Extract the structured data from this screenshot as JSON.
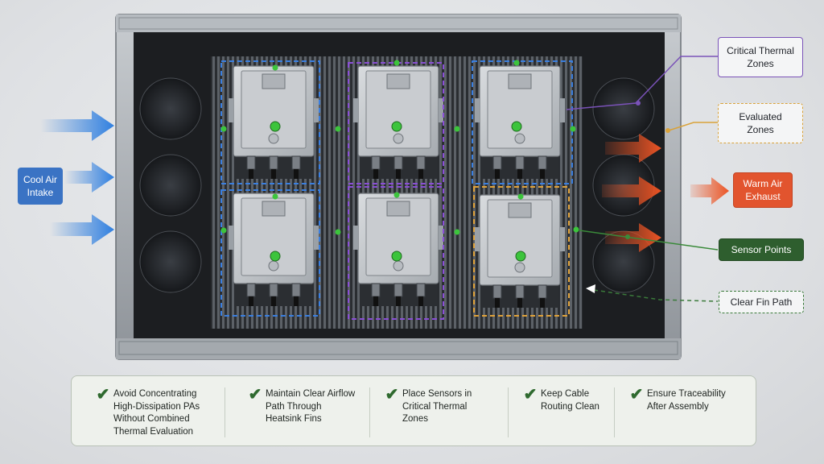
{
  "callouts": {
    "cool_air": "Cool Air\nIntake",
    "critical": "Critical Thermal\nZones",
    "evaluated": "Evaluated\nZones",
    "warm_air": "Warm Air\nExhaust",
    "sensor": "Sensor Points",
    "fin_path": "Clear Fin Path"
  },
  "checklist": [
    {
      "text": "Avoid Concentrating\nHigh-Dissipation PAs\nWithout Combined\nThermal Evaluation"
    },
    {
      "text": "Maintain Clear Airflow\nPath Through\nHeatsink Fins"
    },
    {
      "text": "Place Sensors in\nCritical Thermal\nZones"
    },
    {
      "text": "Keep Cable\nRouting Clean"
    },
    {
      "text": "Ensure Traceability\nAfter Assembly"
    }
  ],
  "colors": {
    "cool_arrow": "#2f7fe0",
    "warm_arrow": "#ec5424",
    "critical_zone": "#8a4fd6",
    "evaluated_zone": "#e0a23a",
    "blue_zone": "#3a7fe0",
    "sensor": "#3cc43c",
    "check": "#2f6a2f"
  },
  "icons": {
    "check": "check-icon"
  }
}
